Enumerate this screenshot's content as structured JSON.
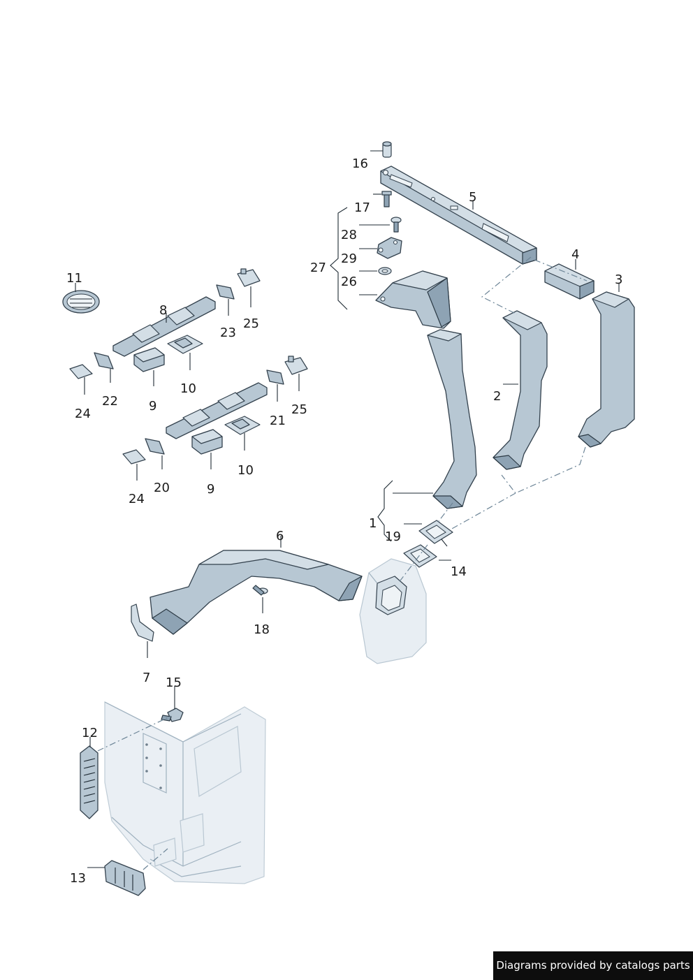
{
  "callouts": {
    "c1": "1",
    "c2": "2",
    "c3": "3",
    "c4": "4",
    "c5": "5",
    "c6": "6",
    "c7": "7",
    "c8": "8",
    "c9a": "9",
    "c9b": "9",
    "c10a": "10",
    "c10b": "10",
    "c11": "11",
    "c12": "12",
    "c13": "13",
    "c14": "14",
    "c15": "15",
    "c16": "16",
    "c17": "17",
    "c18": "18",
    "c19": "19",
    "c20": "20",
    "c21": "21",
    "c22": "22",
    "c23": "23",
    "c24a": "24",
    "c24b": "24",
    "c25a": "25",
    "c25b": "25",
    "c26": "26",
    "c27": "27",
    "c28": "28",
    "c29": "29"
  },
  "credit": "Diagrams provided by catalogs parts"
}
